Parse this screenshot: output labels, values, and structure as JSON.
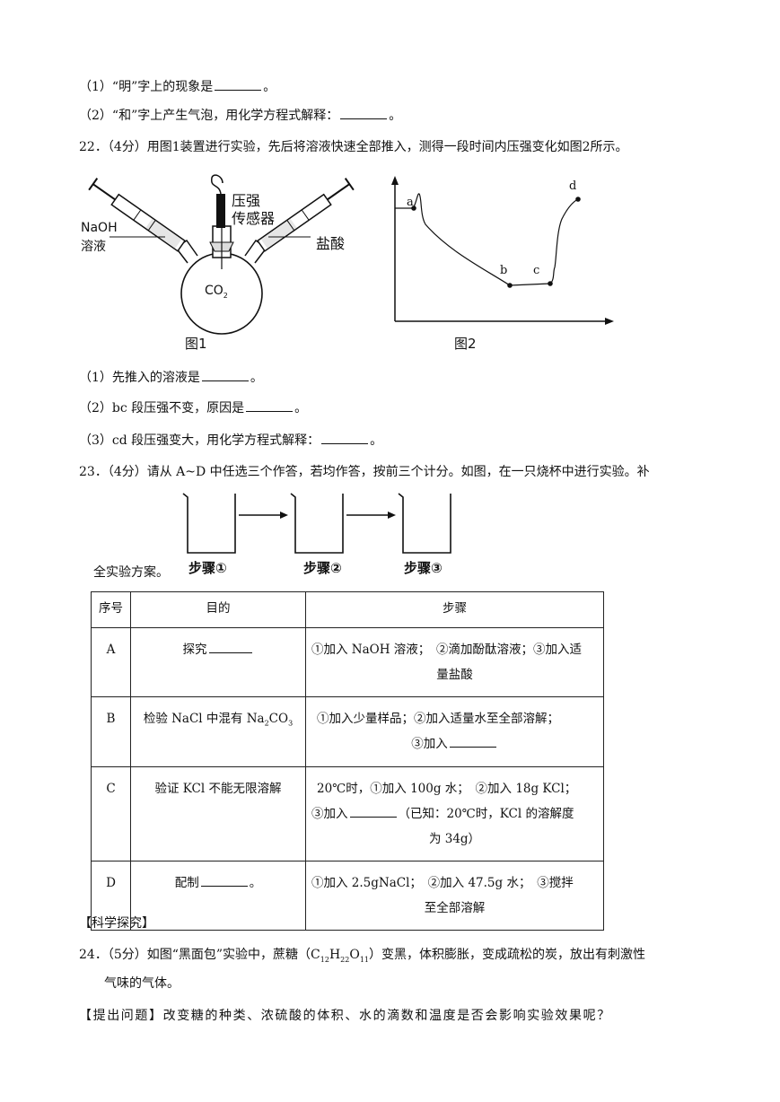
{
  "q21": {
    "part1": "（1）“明”字上的现象是",
    "part1_end": "。",
    "part2": "（2）“和”字上产生气泡，用化学方程式解释：",
    "part2_end": "。"
  },
  "q22": {
    "stem": "22．（4分）用图1装置进行实验，先后将溶液快速全部推入，测得一段时间内压强变化如图2所示。",
    "fig1": {
      "naoh_label": "NaOH",
      "solution_label": "溶液",
      "sensor_label_1": "压强",
      "sensor_label_2": "传感器",
      "hcl_label": "盐酸",
      "flask_label": "CO",
      "flask_sub": "2",
      "caption": "图1"
    },
    "fig2": {
      "points": [
        "a",
        "b",
        "c",
        "d"
      ],
      "caption": "图2"
    },
    "part1": "（1）先推入的溶液是",
    "part1_end": "。",
    "part2": "（2）bc 段压强不变，原因是",
    "part2_end": "。",
    "part3": "（3）cd 段压强变大，用化学方程式解释：",
    "part3_end": "。"
  },
  "q23": {
    "stem": "23．（4分）请从 A~D 中任选三个作答，若均作答，按前三个计分。如图，在一只烧杯中进行实验。补",
    "stem2": "全实验方案。",
    "steps": [
      "步骤①",
      "步骤②",
      "步骤③"
    ],
    "table": {
      "headers": [
        "序号",
        "目的",
        "步骤"
      ],
      "rows": [
        {
          "id": "A",
          "purpose": "探究",
          "steps_line1": "①加入 NaOH 溶液；　②滴加酚酞溶液；③加入适",
          "steps_line2": "量盐酸"
        },
        {
          "id": "B",
          "purpose_pre": "检验 NaCl 中混有 Na",
          "purpose_sub1": "2",
          "purpose_mid": "CO",
          "purpose_sub2": "3",
          "steps_line1": "①加入少量样品；②加入适量水至全部溶解；",
          "steps_line2": "③加入"
        },
        {
          "id": "C",
          "purpose": "验证 KCl 不能无限溶解",
          "steps_line1": "20℃时，①加入 100g 水；　②加入 18g KCl；",
          "steps_line2_pre": "③加入",
          "steps_line2_post": "（已知：20℃时，KCl 的溶解度",
          "steps_line3": "为 34g）"
        },
        {
          "id": "D",
          "purpose": "配制",
          "purpose_end": "。",
          "steps_line1": "①加入 2.5gNaCl；　②加入 47.5g 水；　③搅拌",
          "steps_line2": "至全部溶解"
        }
      ]
    }
  },
  "section": "【科学探究】",
  "q24": {
    "stem_pre": "24．（5分）如图“黑面包”实验中，蔗糖（C",
    "s1": "12",
    "m1": "H",
    "s2": "22",
    "m2": "O",
    "s3": "11",
    "stem_post": "）变黑，体积膨胀，变成疏松的炭，放出有刺激性",
    "stem2": "气味的气体。",
    "question": "【提出问题】改变糖的种类、浓硫酸的体积、水的滴数和温度是否会影响实验效果呢？"
  }
}
